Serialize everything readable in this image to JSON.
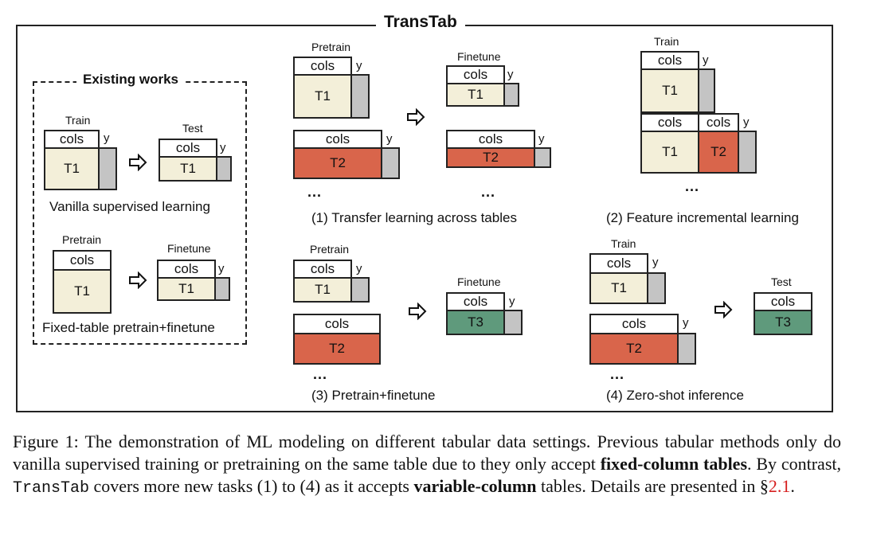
{
  "figure": {
    "title": "TransTab",
    "existing_title": "Existing works",
    "colors": {
      "beige": "#f3efd9",
      "red": "#d9654b",
      "green": "#5f9a7c",
      "gray": "#c4c4c4"
    },
    "labels": {
      "train": "Train",
      "test": "Test",
      "pretrain": "Pretrain",
      "finetune": "Finetune",
      "cols": "cols",
      "y": "y",
      "t1": "T1",
      "t2": "T2",
      "t3": "T3",
      "dots": "..."
    },
    "captions": {
      "vanilla": "Vanilla supervised learning",
      "fixed": "Fixed-table pretrain+finetune",
      "task1": "(1) Transfer learning across tables",
      "task2": "(2) Feature incremental learning",
      "task3": "(3) Pretrain+finetune",
      "task4": "(4) Zero-shot inference"
    }
  },
  "caption": {
    "prefix": "Figure 1: The demonstration of ML modeling on different tabular data settings. Previous tabular methods only do vanilla supervised training or pretraining on the same table due to they only accept ",
    "bold1": "fixed-column tables",
    "mid1": ". By contrast, ",
    "mono": "TransTab",
    "mid2": " covers more new tasks (1) to (4) as it accepts ",
    "bold2": "variable-column",
    "mid3": " tables. Details are presented in §",
    "ref": "2.1",
    "suffix": "."
  }
}
